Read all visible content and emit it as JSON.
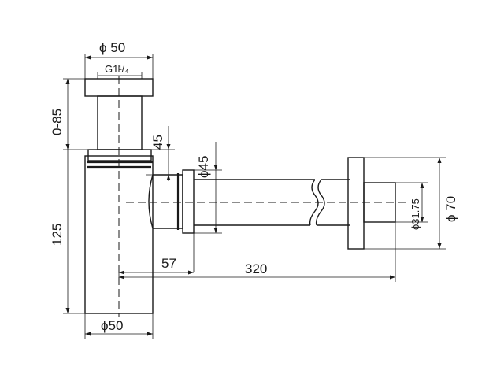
{
  "drawing": {
    "outlet_diameter_top": "ϕ 50",
    "thread": "G1¹/₄",
    "height_adjust": "0-85",
    "body_height": "125",
    "branch_height": "45",
    "branch_diameter": "ϕ45",
    "outlet_offset": "57",
    "outlet_length": "320",
    "pipe_diameter": "ϕ31.75",
    "flange_diameter": "ϕ 70",
    "body_diameter_bottom": "ϕ50"
  }
}
